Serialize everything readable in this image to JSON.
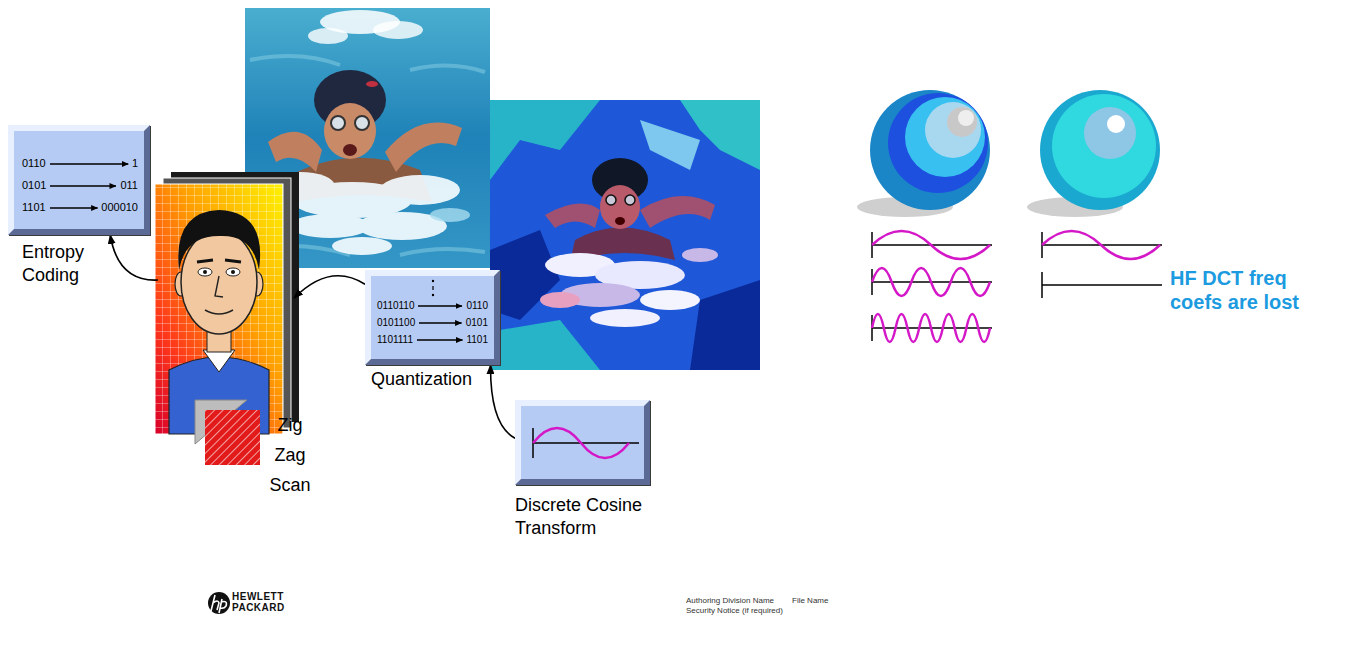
{
  "diagram": {
    "nodes": [
      {
        "text": [
          "0110",
          "1",
          "0101",
          "011",
          "1101",
          "000010",
          "Entropy Coding"
        ]
      },
      {
        "text": [
          "Zig Zag Scan"
        ]
      },
      {
        "text": [
          "0110110",
          "0110",
          "0101100",
          "0101",
          "1101111",
          "1101",
          "Quantization"
        ]
      },
      {
        "text": [
          "Discrete Cosine Transform"
        ]
      }
    ],
    "edges": [
      {
        "from": 3,
        "to": 2,
        "arrow": "to"
      },
      {
        "from": 2,
        "to": 1,
        "arrow": "to"
      },
      {
        "from": 1,
        "to": 0,
        "arrow": "to"
      }
    ],
    "labels": [
      "HF DCT freq coefs are lost",
      "HEWLETT",
      "PACKARD",
      "Authoring Division Name",
      "File Name",
      "Security Notice (if required)"
    ]
  }
}
